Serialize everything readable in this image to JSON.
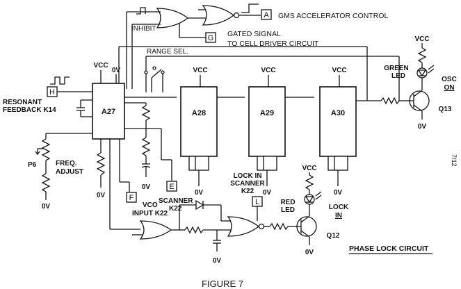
{
  "title": "FIGURE 7",
  "circuit_label": "PHASE LOCK CIRCUIT",
  "side_note": "7/12",
  "chips": {
    "a27": "A27",
    "a28": "A28",
    "a29": "A29",
    "a30": "A30"
  },
  "power": {
    "vcc": "VCC",
    "gnd": "0V"
  },
  "labels": {
    "gms_control": "GMS ACCELERATOR CONTROL",
    "inhibit": "INHIBIT",
    "gated_signal_1": "GATED SIGNAL",
    "gated_signal_2": "TO CELL DRIVER CIRCUIT",
    "range_sel": "RANGE SEL.",
    "green_led_1": "GREEN",
    "green_led_2": "LED",
    "osc_1": "OSC",
    "osc_2": "ON",
    "q13": "Q13",
    "resonant_1": "RESONANT",
    "resonant_2": "FEEDBACK K14",
    "freq_1": "FREQ.",
    "freq_2": "ADJUST",
    "p6": "P6",
    "scanner_1": "SCANNER",
    "scanner_2": "K22",
    "lock_scanner_1": "LOCK IN",
    "lock_scanner_2": "SCANNER",
    "lock_scanner_3": "K22",
    "vco_1": "VCO",
    "vco_2": "INPUT K22",
    "red_led_1": "RED",
    "red_led_2": "LED",
    "lock_in_1": "LOCK",
    "lock_in_2": "IN",
    "q12": "Q12"
  },
  "test_points": {
    "a": "A",
    "g": "G",
    "h": "H",
    "e": "E",
    "f": "F",
    "l": "L"
  }
}
